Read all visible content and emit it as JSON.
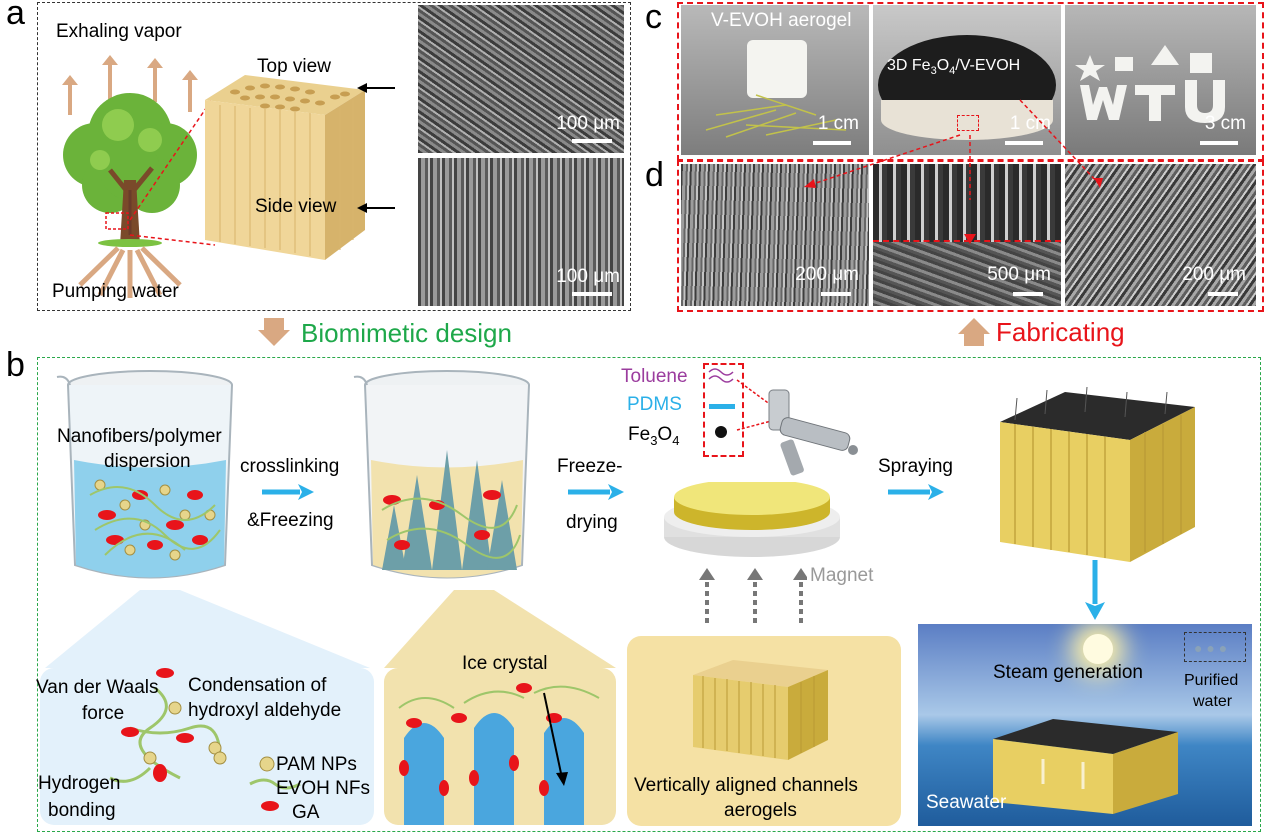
{
  "panel_labels": {
    "a": "a",
    "b": "b",
    "c": "c",
    "d": "d"
  },
  "panel_a": {
    "exhaling_vapor": "Exhaling vapor",
    "pumping_water": "Pumping water",
    "top_view": "Top view",
    "side_view": "Side view",
    "scale_top": "100 μm",
    "scale_side": "100 μm"
  },
  "panel_c": {
    "aerogel_label": "V-EVOH aerogel",
    "scale1": "1 cm",
    "composite_prefix": "3D Fe",
    "composite_sub1": "3",
    "composite_mid": "O",
    "composite_sub2": "4",
    "composite_suffix": "/V-EVOH",
    "scale2": "1 cm",
    "scale3": "3 cm"
  },
  "panel_d": {
    "scale1": "200 μm",
    "scale2": "500 μm",
    "scale3": "200 μm"
  },
  "arrows": {
    "biomimetic": "Biomimetic design",
    "fabricating": "Fabricating"
  },
  "panel_b": {
    "dispersion_line1": "Nanofibers/polymer",
    "dispersion_line2": "dispersion",
    "crosslinking": "crosslinking",
    "freezing": "&Freezing",
    "freeze": "Freeze-",
    "drying": "drying",
    "toluene": "Toluene",
    "pdms": "PDMS",
    "fe_prefix": "Fe",
    "fe_sub1": "3",
    "fe_mid": "O",
    "fe_sub2": "4",
    "spraying": "Spraying",
    "magnet": "Magnet",
    "van_der_waals": "Van der Waals",
    "force": "force",
    "condensation": "Condensation of",
    "hydroxyl": "hydroxyl aldehyde",
    "hydrogen": "Hydrogen",
    "bonding": "bonding",
    "pam": "PAM NPs",
    "evoh": "EVOH NFs",
    "ga": "GA",
    "ice_crystal": "Ice crystal",
    "vertically": "Vertically aligned channels",
    "aerogels": "aerogels",
    "steam": "Steam generation",
    "purified1": "Purified",
    "purified2": "water",
    "seawater": "Seawater"
  },
  "colors": {
    "red_dash": "#e8141a",
    "green_dash": "#2aa84a",
    "cyan": "#2bb0e8",
    "purple": "#9b3c9e",
    "tan_arrow": "#d9a882"
  }
}
